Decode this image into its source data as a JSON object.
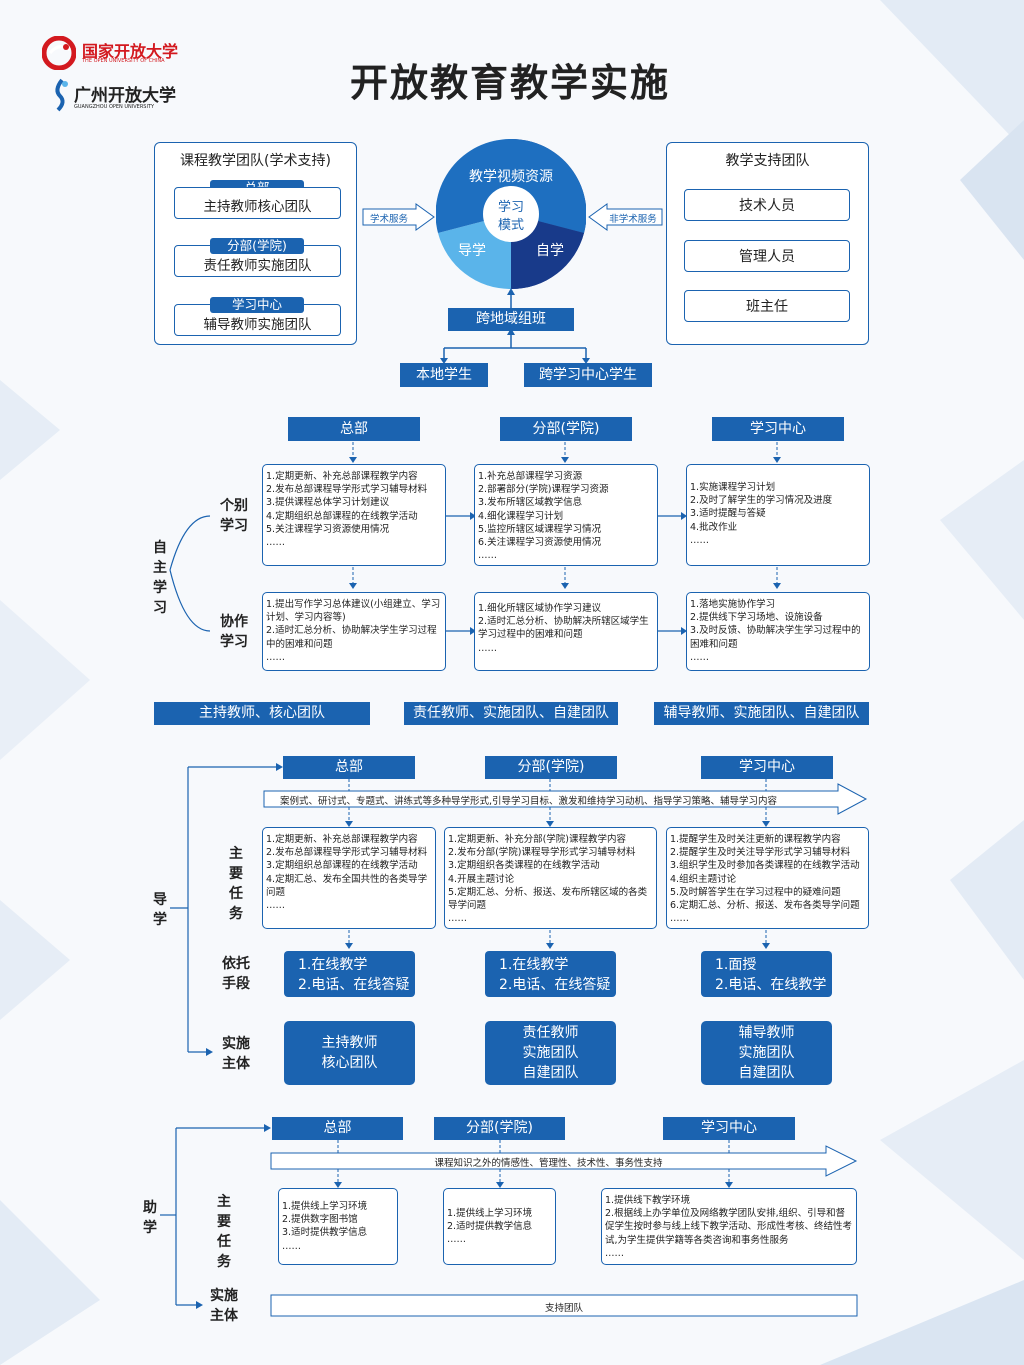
{
  "header": {
    "logo1_cn": "国家开放大学",
    "logo1_en": "THE OPEN UNIVERSITY OF CHINA",
    "logo2_cn": "广州开放大学",
    "logo2_en": "GUANGZHOU OPEN UNIVERSITY",
    "title": "开放教育教学实施"
  },
  "colors": {
    "primary": "#1b63b0",
    "dark": "#183a8a",
    "light": "#5ab4ea",
    "red": "#d3191f"
  },
  "top": {
    "left_panel": {
      "title": "课程教学团队(学术支持)",
      "groups": [
        {
          "tag": "总部",
          "label": "主持教师核心团队"
        },
        {
          "tag": "分部(学院)",
          "label": "责任教师实施团队"
        },
        {
          "tag": "学习中心",
          "label": "辅导教师实施团队"
        }
      ]
    },
    "right_panel": {
      "title": "教学支持团队",
      "items": [
        "技术人员",
        "管理人员",
        "班主任"
      ]
    },
    "circle": {
      "top": "教学视频资源",
      "left": "导学",
      "right": "自学",
      "center": "学习\n模式"
    },
    "arrow_left": "学术服务",
    "arrow_right": "非学术服务",
    "class_box": "跨地域组班",
    "students": [
      "本地学生",
      "跨学习中心学生"
    ]
  },
  "self_study": {
    "side_label": "自\n主\n学\n习",
    "columns": [
      "总部",
      "分部(学院)",
      "学习中心"
    ],
    "rows": [
      {
        "label": "个别\n学习",
        "cells": [
          "1.定期更新、补充总部课程教学内容\n2.发布总部课程导学形式学习辅导材料\n3.提供课程总体学习计划建议\n4.定期组织总部课程的在线教学活动\n5.关注课程学习资源使用情况\n……",
          "1.补充总部课程学习资源\n2.部署部分(学院)课程学习资源\n3.发布所辖区域教学信息\n4.细化课程学习计划\n5.监控所辖区域课程学习情况\n6.关注课程学习资源使用情况\n……",
          "1.实施课程学习计划\n2.及时了解学生的学习情况及进度\n3.适时提醒与答疑\n4.批改作业\n……"
        ]
      },
      {
        "label": "协作\n学习",
        "cells": [
          "1.提出写作学习总体建议(小组建立、学习计划、学习内容等)\n2.适时汇总分析、协助解决学生学习过程中的困难和问题\n……",
          "1.细化所辖区域协作学习建议\n2.适时汇总分析、协助解决所辖区域学生学习过程中的困难和问题\n……",
          "1.落地实施协作学习\n2.提供线下学习场地、设施设备\n3.及时反馈、协助解决学生学习过程中的困难和问题\n……"
        ]
      }
    ],
    "team_bars": [
      "主持教师、核心团队",
      "责任教师、实施团队、自建团队",
      "辅导教师、实施团队、自建团队"
    ]
  },
  "guidance": {
    "side_label": "导\n学",
    "columns": [
      "总部",
      "分部(学院)",
      "学习中心"
    ],
    "arrow_text": "案例式、研讨式、专题式、讲练式等多种导学形式,引导学习目标、激发和维持学习动机、指导学习策略、辅导学习内容",
    "tasks_label": "主\n要\n任\n务",
    "tasks": [
      "1.定期更新、补充总部课程教学内容\n2.发布总部课程导学形式学习辅导材料\n3.定期组织总部课程的在线教学活动\n4.定期汇总、发布全国共性的各类导学问题\n……",
      "1.定期更新、补充分部(学院)课程教学内容\n2.发布分部(学院)课程导学形式学习辅导材料\n3.定期组织各类课程的在线教学活动\n4.开展主题讨论\n5.定期汇总、分析、报送、发布所辖区域的各类导学问题\n……",
      "1.提醒学生及时关注更新的课程教学内容\n2.提醒学生及时关注导学形式学习辅导材料\n3.组织学生及时参加各类课程的在线教学活动\n4.组织主题讨论\n5.及时解答学生在学习过程中的疑难问题\n6.定期汇总、分析、报送、发布各类导学问题\n……"
    ],
    "means_label": "依托\n手段",
    "means": [
      "1.在线教学\n2.电话、在线答疑",
      "1.在线教学\n2.电话、在线答疑",
      "1.面授\n2.电话、在线教学"
    ],
    "actors_label": "实施\n主体",
    "actors": [
      "主持教师\n核心团队",
      "责任教师\n实施团队\n自建团队",
      "辅导教师\n实施团队\n自建团队"
    ]
  },
  "support": {
    "side_label": "助\n学",
    "columns": [
      "总部",
      "分部(学院)",
      "学习中心"
    ],
    "arrow_text": "课程知识之外的情感性、管理性、技术性、事务性支持",
    "tasks_label": "主\n要\n任\n务",
    "tasks": [
      "1.提供线上学习环境\n2.提供数字图书馆\n3.适时提供教学信息\n……",
      "1.提供线上学习环境\n2.适时提供教学信息\n……",
      "1.提供线下教学环境\n2.根据线上办学单位及网络教学团队安排,组织、引导和督促学生按时参与线上线下教学活动、形成性考核、终结性考试,为学生提供学籍等各类咨询和事务性服务\n……"
    ],
    "actors_label": "实施\n主体",
    "actor": "支持团队"
  }
}
